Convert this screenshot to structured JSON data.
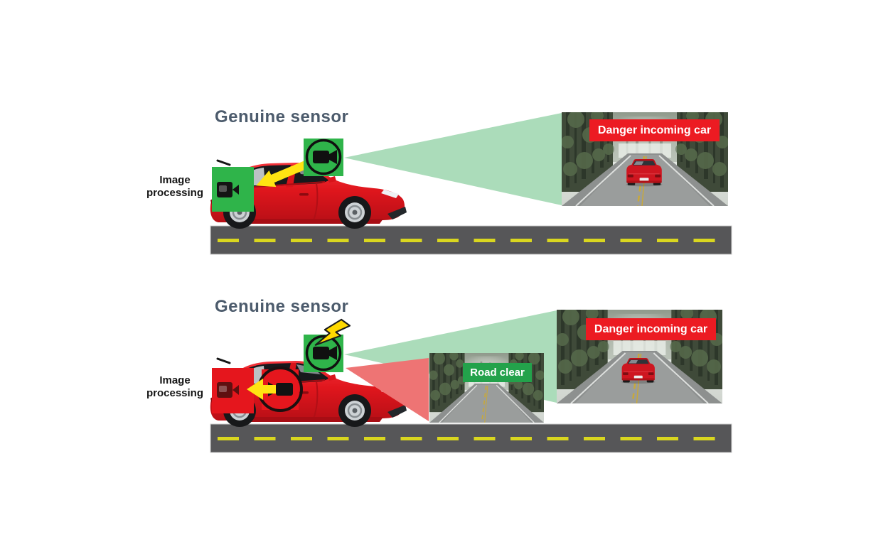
{
  "diagram": {
    "description": "Camera sensor spoofing attack on a vehicle: genuine sensor view vs injected false view",
    "panels": [
      {
        "title": "Genuine sensor",
        "processing_label": "Image processing",
        "camera_photo": {
          "banner": "Danger incoming car",
          "content": "foggy forest road with red incoming car"
        }
      },
      {
        "title": "Genuine sensor",
        "processing_label": "Image processing",
        "injected_photo": {
          "banner": "Road clear",
          "content": "foggy forest road, empty"
        },
        "real_photo": {
          "banner": "Danger incoming car",
          "content": "foggy forest road with red incoming car"
        }
      }
    ],
    "colors": {
      "heading": "#4c5b6c",
      "label-black": "#161616",
      "sensor-green": "#2fb44a",
      "cone-green": "#abdcba",
      "cone-red": "#ee7474",
      "processing-red": "#e5161d",
      "car-red": "#e0161d",
      "road-gray": "#565658",
      "lane-yellow": "#d9d61f",
      "banner-red": "#ec1b22",
      "banner-green": "#23a24b",
      "arrow-yellow": "#ffe312",
      "bolt-yellow": "#ffd900"
    },
    "icons": {
      "camera": "video-camera-icon",
      "processing_unit": "projector-icon",
      "attack": "lightning-bolt-icon",
      "data_flow": "arrow-left-icon"
    }
  }
}
